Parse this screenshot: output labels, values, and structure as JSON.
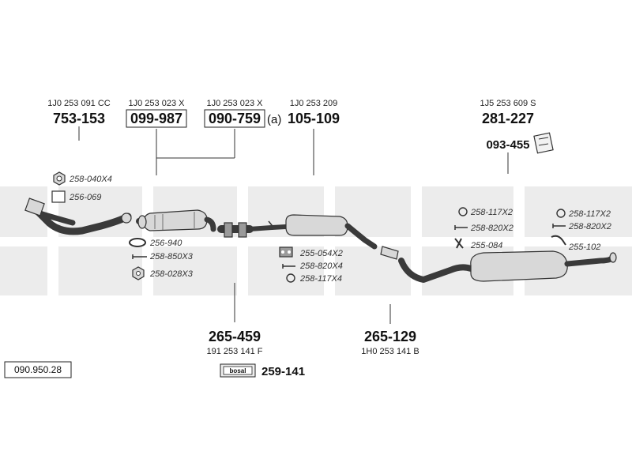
{
  "assemblies": [
    {
      "id": "a1",
      "oem": "1J0 253 091 CC",
      "pn": "753-153",
      "boxed": false,
      "suffix": ""
    },
    {
      "id": "a2",
      "oem": "1J0 253 023 X",
      "pn": "099-987",
      "boxed": true,
      "suffix": ""
    },
    {
      "id": "a3",
      "oem": "1J0 253 023 X",
      "pn": "090-759",
      "boxed": true,
      "suffix": "(a)"
    },
    {
      "id": "a4",
      "oem": "1J0 253 209",
      "pn": "105-109",
      "boxed": false,
      "suffix": ""
    },
    {
      "id": "a5",
      "oem": "1J5 253 609 S",
      "pn": "281-227",
      "boxed": false,
      "suffix": ""
    },
    {
      "id": "a6",
      "oem": "",
      "pn": "093-455",
      "boxed": false,
      "suffix": ""
    },
    {
      "id": "a7",
      "oem": "191 253 141 F",
      "pn": "265-459",
      "boxed": false,
      "suffix": ""
    },
    {
      "id": "a8",
      "oem": "1H0 253 141 B",
      "pn": "265-129",
      "boxed": false,
      "suffix": ""
    }
  ],
  "small_parts": [
    {
      "id": "s1",
      "label": "258-040X4",
      "icon": "nut-icon"
    },
    {
      "id": "s2",
      "label": "256-069",
      "icon": "gasket-square-icon"
    },
    {
      "id": "s3",
      "label": "256-940",
      "icon": "ring-gasket-icon"
    },
    {
      "id": "s4",
      "label": "258-850X3",
      "icon": "bolt-icon"
    },
    {
      "id": "s5",
      "label": "258-028X3",
      "icon": "nut-icon"
    },
    {
      "id": "s6",
      "label": "255-054X2",
      "icon": "rubber-mount-icon"
    },
    {
      "id": "s7",
      "label": "258-820X4",
      "icon": "bolt-icon"
    },
    {
      "id": "s8",
      "label": "258-117X4",
      "icon": "washer-icon"
    },
    {
      "id": "s9",
      "label": "258-117X2",
      "icon": "washer-icon"
    },
    {
      "id": "s10",
      "label": "258-820X2",
      "icon": "bolt-icon"
    },
    {
      "id": "s11",
      "label": "255-084",
      "icon": "clamp-icon"
    },
    {
      "id": "s12",
      "label": "258-117X2",
      "icon": "washer-icon"
    },
    {
      "id": "s13",
      "label": "258-820X2",
      "icon": "bolt-icon"
    },
    {
      "id": "s14",
      "label": "255-102",
      "icon": "clamp-icon"
    }
  ],
  "mounting_kit": {
    "pn": "259-141",
    "logo_text": "bosal"
  },
  "diagram_code": "090.950.28",
  "watermark": {
    "text": "bosal",
    "color": "#e6e6e6"
  }
}
